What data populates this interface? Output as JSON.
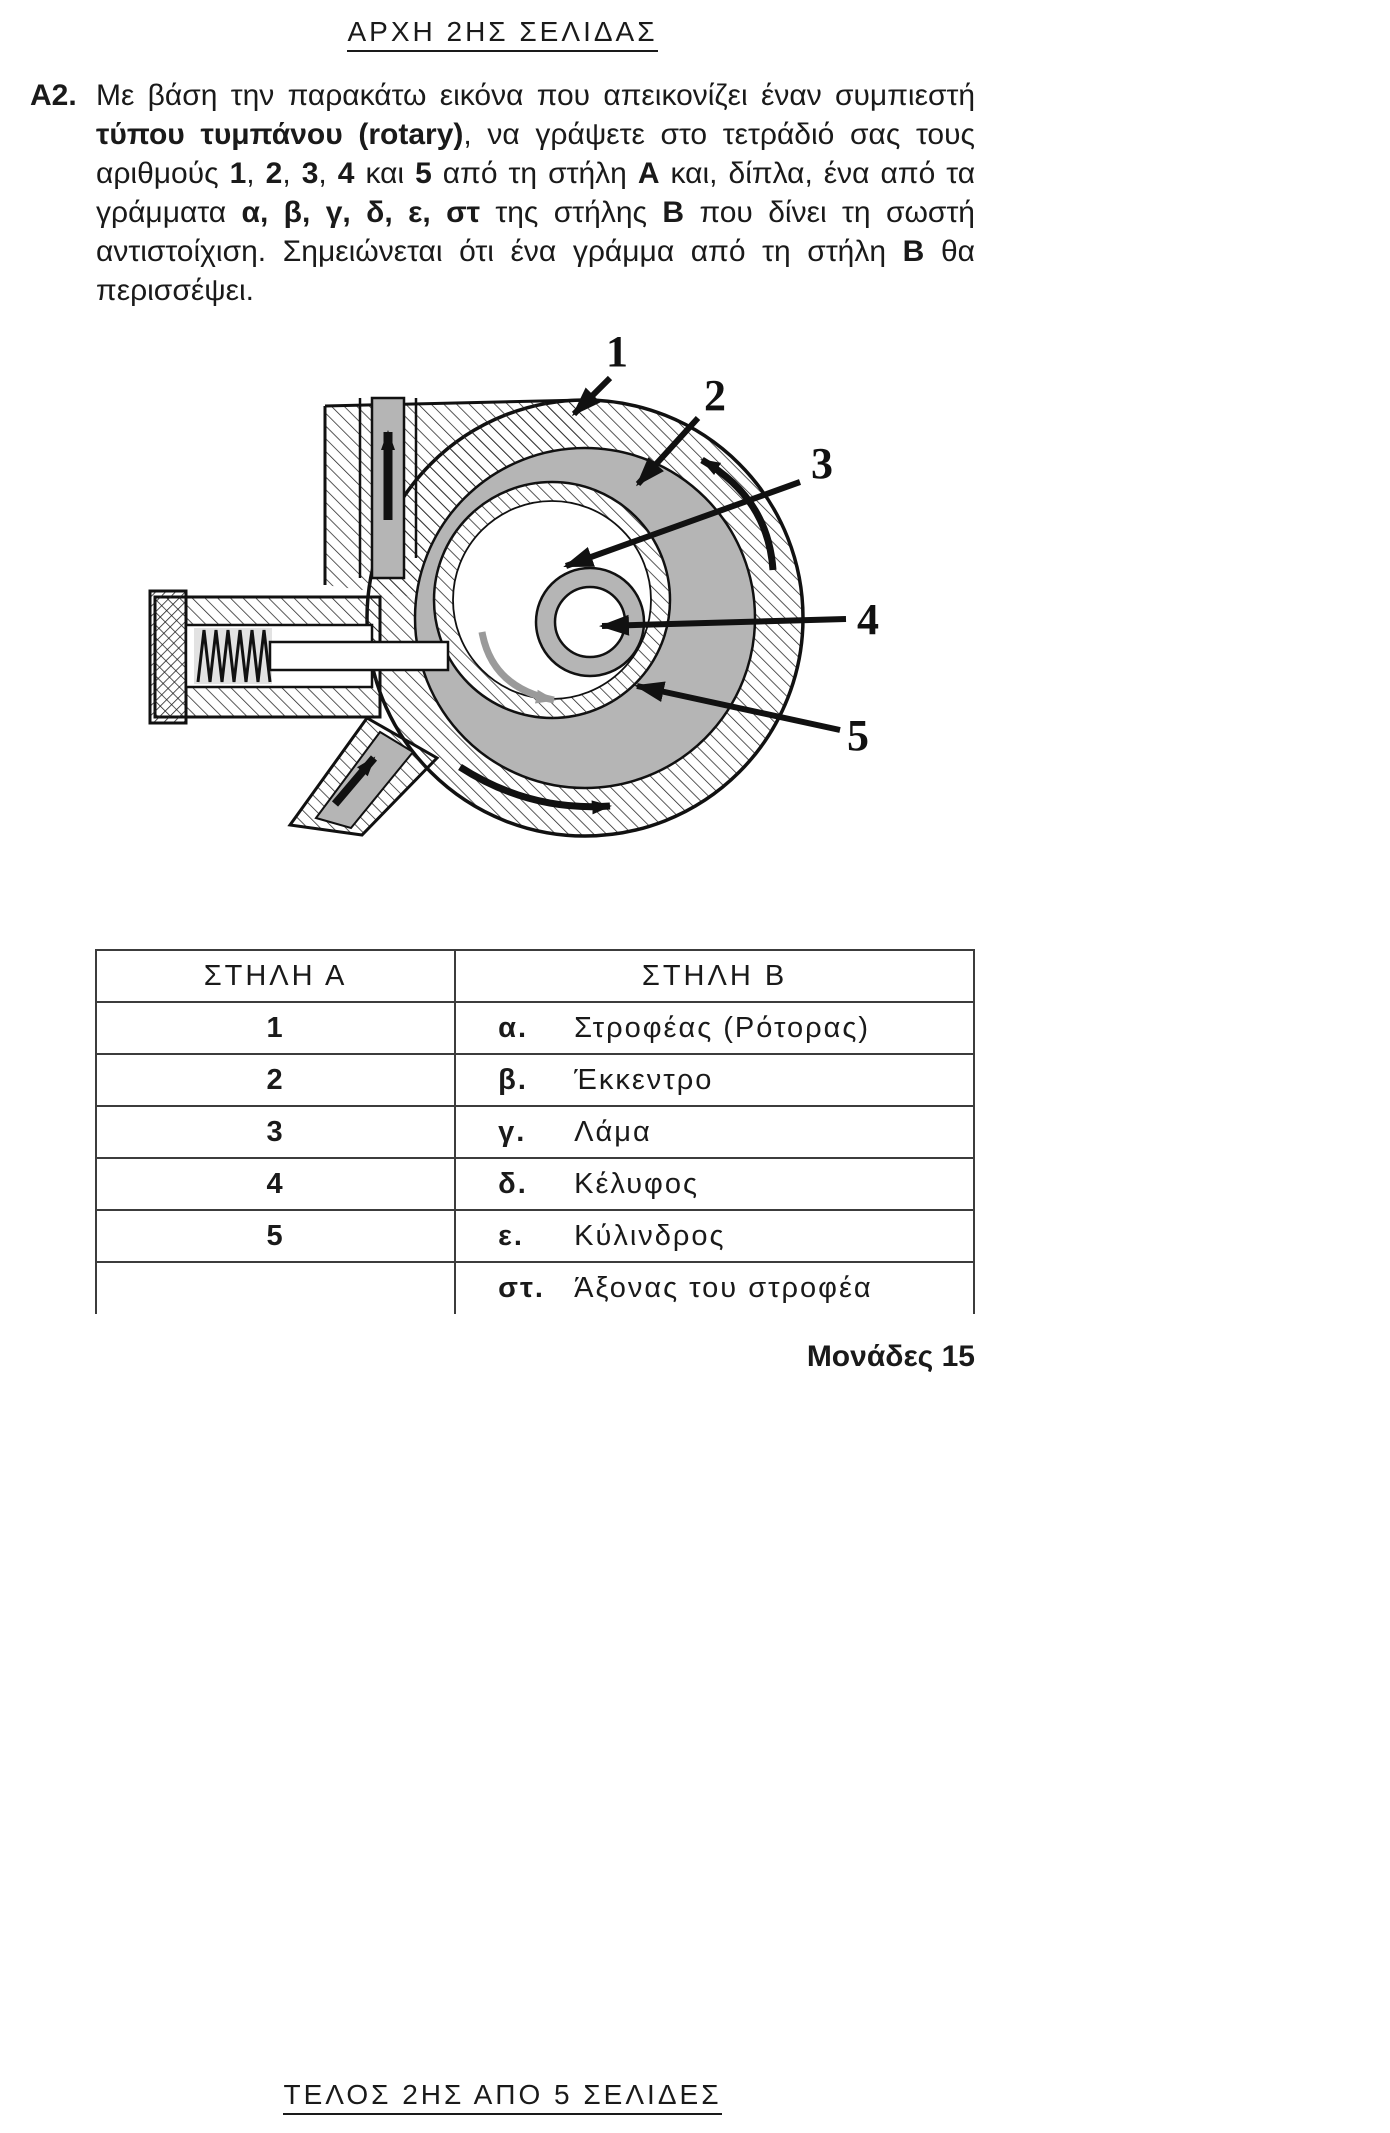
{
  "page": {
    "header": "ΑΡΧΗ 2ΗΣ ΣΕΛΙΔΑΣ",
    "footer": "ΤΕΛΟΣ 2ΗΣ ΑΠΟ 5 ΣΕΛΙΔΕΣ"
  },
  "question": {
    "number": "Α2.",
    "segments": [
      {
        "text": "Με βάση την παρακάτω εικόνα που απεικονίζει έναν συμπιεστή ",
        "bold": false
      },
      {
        "text": "τύπου τυμπάνου (rotary)",
        "bold": true
      },
      {
        "text": ", να γράψετε στο τετράδιό σας τους αριθμούς ",
        "bold": false
      },
      {
        "text": "1",
        "bold": true
      },
      {
        "text": ", ",
        "bold": false
      },
      {
        "text": "2",
        "bold": true
      },
      {
        "text": ", ",
        "bold": false
      },
      {
        "text": "3",
        "bold": true
      },
      {
        "text": ", ",
        "bold": false
      },
      {
        "text": "4",
        "bold": true
      },
      {
        "text": " και ",
        "bold": false
      },
      {
        "text": "5",
        "bold": true
      },
      {
        "text": " από τη στήλη ",
        "bold": false
      },
      {
        "text": "Α",
        "bold": true
      },
      {
        "text": " και, δίπλα, ένα από τα γράμματα ",
        "bold": false
      },
      {
        "text": "α, β, γ, δ, ε, στ",
        "bold": true
      },
      {
        "text": " της στήλης ",
        "bold": false
      },
      {
        "text": "Β",
        "bold": true
      },
      {
        "text": " που δίνει τη σωστή αντιστοίχιση. Σημειώνεται ότι ένα γράμμα από τη στήλη ",
        "bold": false
      },
      {
        "text": "Β",
        "bold": true
      },
      {
        "text": " θα περισσέψει.",
        "bold": false
      }
    ]
  },
  "diagram": {
    "labels": [
      "1",
      "2",
      "3",
      "4",
      "5"
    ],
    "fill_gray": "#b5b5b5"
  },
  "table": {
    "col_a_header": "ΣΤΗΛΗ Α",
    "col_b_header": "ΣΤΗΛΗ Β",
    "rows": [
      {
        "a": "1",
        "letter": "α.",
        "label": "Στροφέας (Ρότορας)"
      },
      {
        "a": "2",
        "letter": "β.",
        "label": "Έκκεντρο"
      },
      {
        "a": "3",
        "letter": "γ.",
        "label": "Λάμα"
      },
      {
        "a": "4",
        "letter": "δ.",
        "label": "Κέλυφος"
      },
      {
        "a": "5",
        "letter": "ε.",
        "label": "Κύλινδρος"
      },
      {
        "a": "",
        "letter": "στ.",
        "label": "Άξονας του στροφέα"
      }
    ]
  },
  "marks": "Μονάδες 15"
}
